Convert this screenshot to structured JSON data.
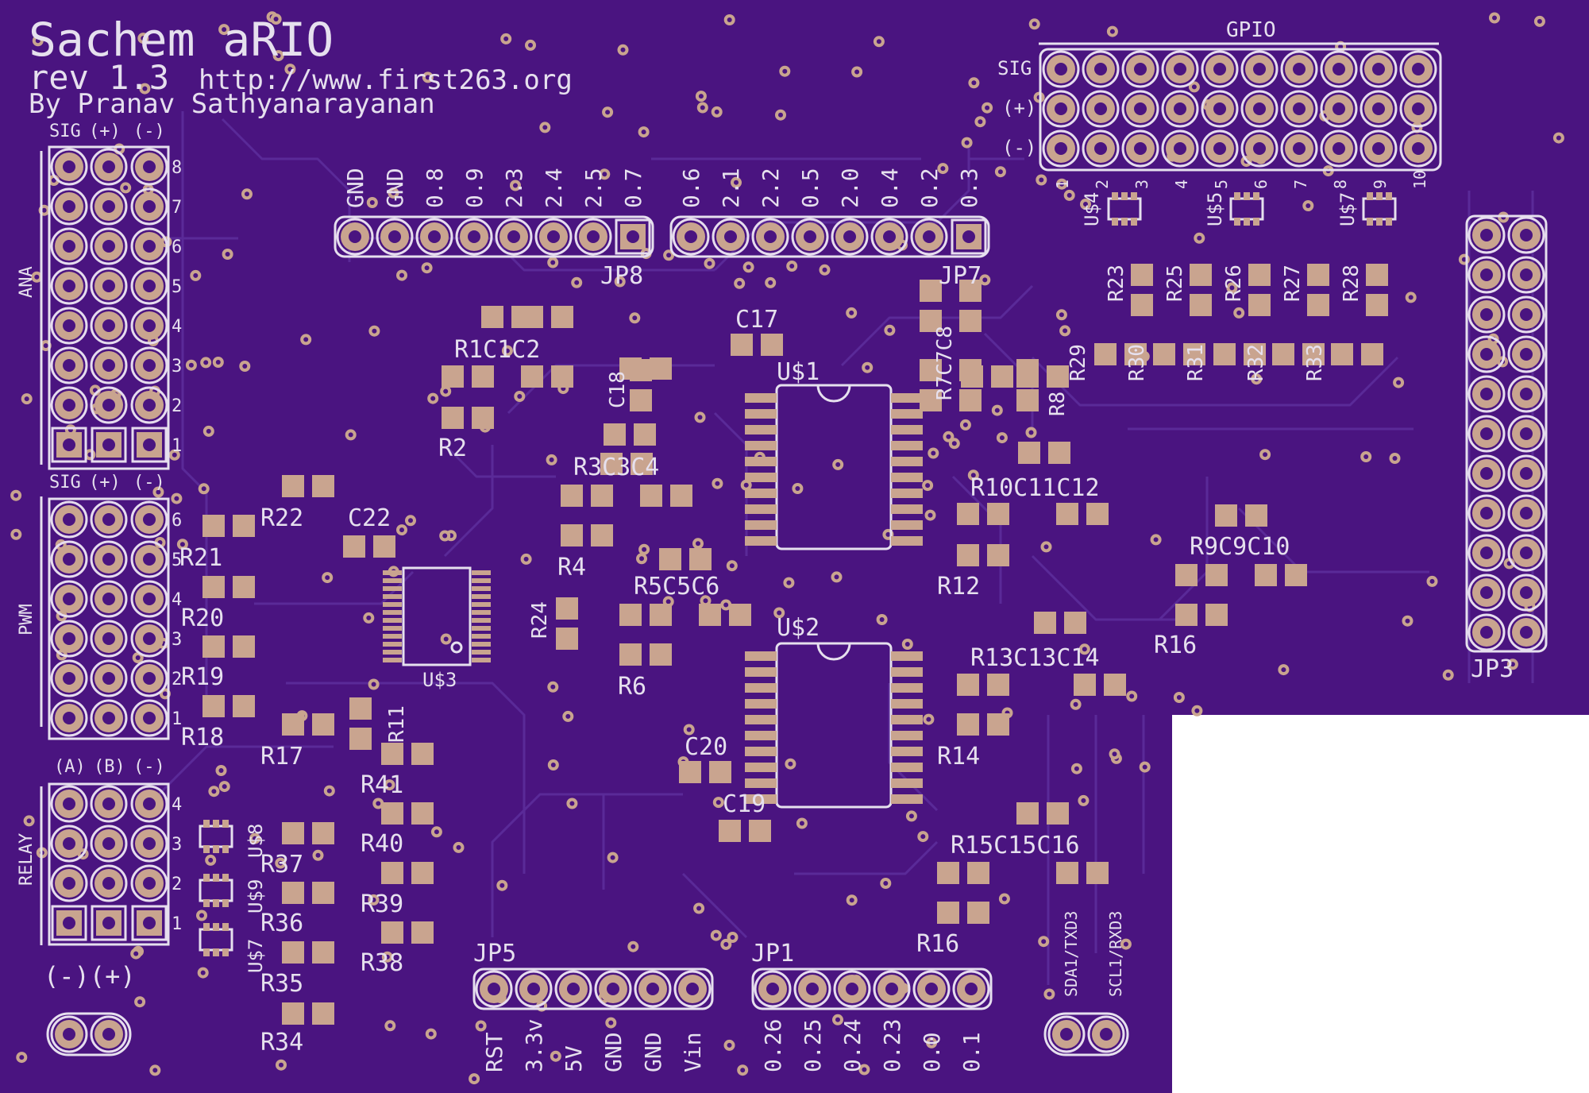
{
  "colors": {
    "board": "#4a1480",
    "trace": "#5a2a98",
    "silk": "#e6e0ee",
    "copper": "#c9a48f",
    "background": "#ffffff"
  },
  "title": {
    "name": "Sachem aRIO",
    "rev": "rev 1.3",
    "url": "http://www.first263.org",
    "author": "By Pranav Sathyanarayanan"
  },
  "header_ana": {
    "sig": "SIG",
    "pos": "(+)",
    "neg": "(-)",
    "group": "ANA"
  },
  "ana_pins": [
    "8",
    "7",
    "6",
    "5",
    "4",
    "3",
    "2",
    "1"
  ],
  "header_pwm": {
    "sig": "SIG",
    "pos": "(+)",
    "neg": "(-)",
    "group": "PWM"
  },
  "pwm_pins": [
    "6",
    "5",
    "4",
    "3",
    "2",
    "1"
  ],
  "header_relay": {
    "a": "(A)",
    "b": "(B)",
    "neg": "(-)",
    "group": "RELAY"
  },
  "relay_pins": [
    "4",
    "3",
    "2",
    "1"
  ],
  "power_label": "(-)(+)",
  "jp8_labels": [
    "GND",
    "GND",
    "0.8",
    "0.9",
    "2.3",
    "2.4",
    "2.5",
    "0.7"
  ],
  "jp7_labels": [
    "0.6",
    "2.1",
    "2.2",
    "0.5",
    "2.0",
    "0.4",
    "0.2",
    "0.3"
  ],
  "jp8_name": "JP8",
  "jp7_name": "JP7",
  "gpio": {
    "title": "GPIO",
    "sig": "SIG",
    "pos": "(+)",
    "neg": "(-)",
    "numbers": [
      "1",
      "2",
      "3",
      "4",
      "5",
      "6",
      "7",
      "8",
      "9",
      "10"
    ]
  },
  "jp3_name": "JP3",
  "jp5": {
    "name": "JP5",
    "labels": [
      "RST",
      "3.3v",
      "5V",
      "GND",
      "GND",
      "Vin"
    ]
  },
  "jp1": {
    "name": "JP1",
    "labels": [
      "0.26",
      "0.25",
      "0.24",
      "0.23",
      "0.0",
      "0.1"
    ]
  },
  "serial": {
    "sda": "SDA1/TXD3",
    "scl": "SCL1/RXD3"
  },
  "chips": {
    "u1": "U$1",
    "u2": "U$2",
    "u3": "U$3",
    "u4": "U$4",
    "u5": "U$5",
    "u7": "U$7",
    "u8": "U$8",
    "u9": "U$9",
    "u7b": "U$7"
  },
  "designators": {
    "r1c1c2": "R1C1C2",
    "r2": "R2",
    "r3c3c4": "R3C3C4",
    "r4": "R4",
    "r5c5c6": "R5C5C6",
    "r6": "R6",
    "c17": "C17",
    "c18": "C18",
    "r7c7c8": "R7C7C8",
    "r8": "R8",
    "r10c11c12": "R10C11C12",
    "r12": "R12",
    "r9c9c10": "R9C9C10",
    "r16b": "R16",
    "r13c13c14": "R13C13C14",
    "r14": "R14",
    "r15c15c16": "R15C15C16",
    "r16": "R16",
    "c20": "C20",
    "c19": "C19",
    "r22": "R22",
    "c22": "C22",
    "r21": "R21",
    "r20": "R20",
    "r19": "R19",
    "r18": "R18",
    "r17": "R17",
    "r24": "R24",
    "r41": "R41",
    "r40": "R40",
    "r39": "R39",
    "r38": "R38",
    "r37": "R37",
    "r36": "R36",
    "r35": "R35",
    "r34": "R34",
    "r11": "R11",
    "r23": "R23",
    "r25": "R25",
    "r26": "R26",
    "r27": "R27",
    "r28": "R28",
    "r29": "R29",
    "r30": "R30",
    "r31": "R31",
    "r32": "R32",
    "r33": "R33"
  }
}
